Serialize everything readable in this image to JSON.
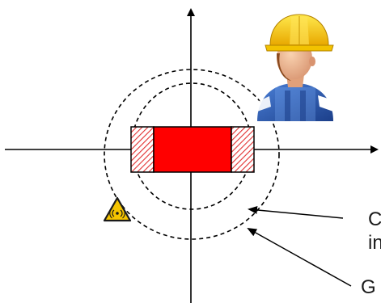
{
  "labels": {
    "inner_line1": "C",
    "inner_line2": "in",
    "outer_line1": "G"
  },
  "colors": {
    "device_fill": "#ff0000",
    "hatch": "#e23030",
    "axis": "#000000",
    "warning_fill": "#f5c400"
  },
  "icons": {
    "worker": "worker-icon",
    "warning": "radiation-warning-icon"
  }
}
